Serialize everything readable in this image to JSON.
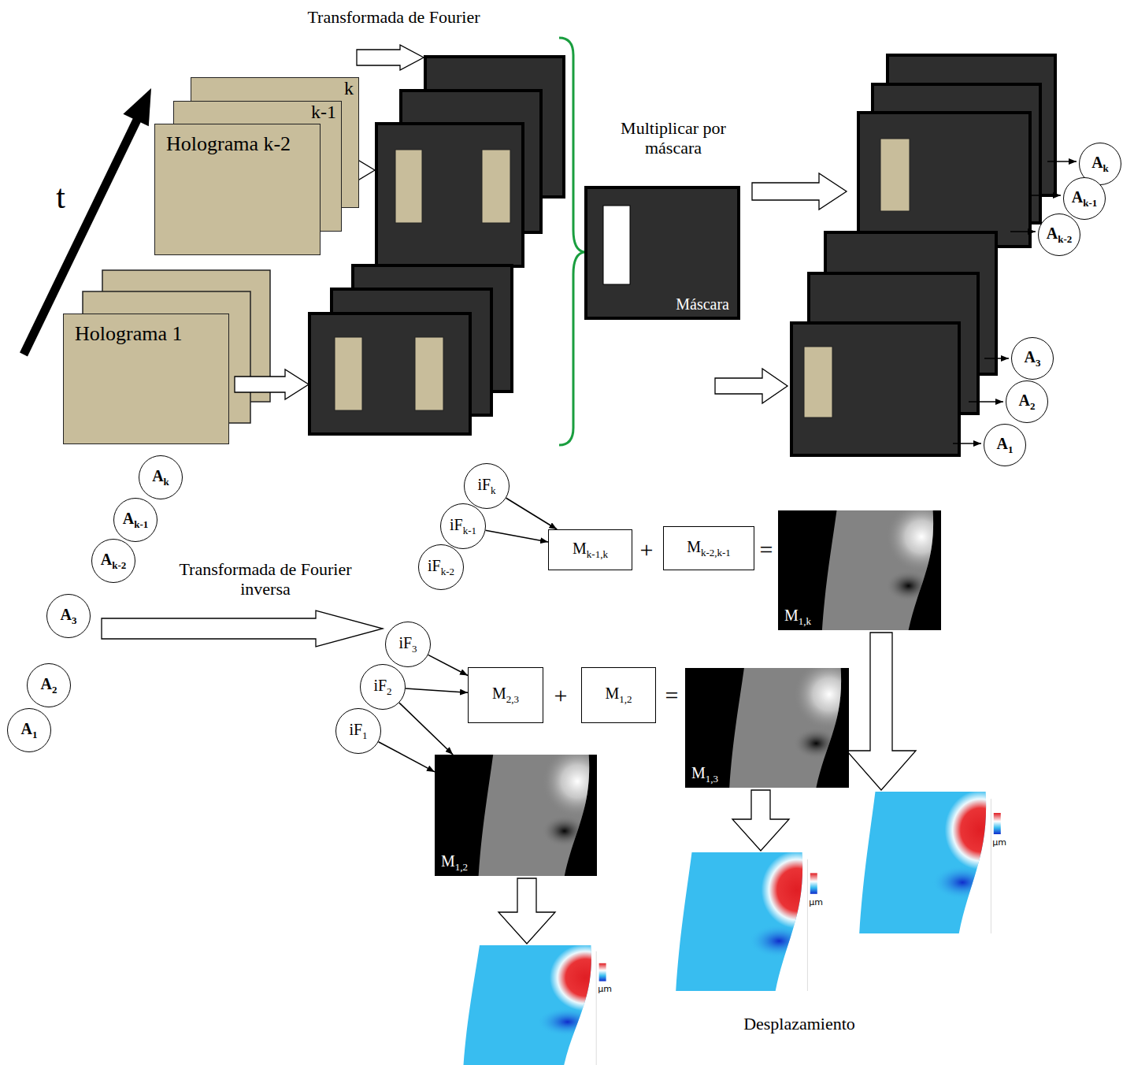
{
  "diagram": {
    "nodes": [
      {
        "text": [
          "k"
        ]
      },
      {
        "text": [
          "k-1"
        ]
      },
      {
        "text": [
          "Holograma k-2"
        ]
      },
      {
        "text": [
          "Máscara"
        ]
      },
      {
        "text": [
          "A",
          "k"
        ]
      },
      {
        "text": [
          "A",
          "k-1"
        ]
      },
      {
        "text": [
          "A",
          "k-2"
        ]
      },
      {
        "text": [
          "Holograma 1"
        ]
      },
      {
        "text": [
          "A",
          "3"
        ]
      },
      {
        "text": [
          "A",
          "2"
        ]
      },
      {
        "text": [
          "A",
          "1"
        ]
      },
      {
        "text": [
          "A",
          "k"
        ]
      },
      {
        "text": [
          "A",
          "k-1"
        ]
      },
      {
        "text": [
          "A",
          "k-2"
        ]
      },
      {
        "text": [
          "iF",
          "k"
        ]
      },
      {
        "text": [
          "iF",
          "k-1"
        ]
      },
      {
        "text": [
          "iF",
          "k-2"
        ]
      },
      {
        "text": [
          "M",
          "k-1,k"
        ]
      },
      {
        "text": [
          "M",
          "k-2,k-1"
        ]
      },
      {
        "text": [
          "M",
          "1,k"
        ]
      },
      {
        "text": [
          "A",
          "3"
        ]
      },
      {
        "text": [
          "A",
          "2"
        ]
      },
      {
        "text": [
          "A",
          "1"
        ]
      },
      {
        "text": [
          "iF",
          "3"
        ]
      },
      {
        "text": [
          "iF",
          "2"
        ]
      },
      {
        "text": [
          "iF",
          "1"
        ]
      },
      {
        "text": [
          "M",
          "2,3"
        ]
      },
      {
        "text": [
          "M",
          "1,2"
        ]
      },
      {
        "text": [
          "M",
          "1,3"
        ]
      },
      {
        "text": [
          "M",
          "1,2"
        ]
      },
      {
        "text": [
          "µm"
        ]
      },
      {
        "text": [
          "µm"
        ]
      },
      {
        "text": [
          "µm"
        ]
      }
    ],
    "edges": [
      {
        "from": 14,
        "to": 17,
        "arrow": "to"
      },
      {
        "from": 15,
        "to": 17,
        "arrow": "to"
      },
      {
        "from": 19,
        "to": 30,
        "arrow": "to"
      },
      {
        "from": 20,
        "to": 23,
        "label": "Transformada de Fourier inversa",
        "arrow": "to"
      },
      {
        "from": 23,
        "to": 26,
        "arrow": "to"
      },
      {
        "from": 24,
        "to": 26,
        "arrow": "to"
      },
      {
        "from": 24,
        "to": 29,
        "arrow": "to"
      },
      {
        "from": 25,
        "to": 29,
        "arrow": "to"
      },
      {
        "from": 28,
        "to": 31,
        "arrow": "to"
      },
      {
        "from": 29,
        "to": 32,
        "arrow": "to"
      }
    ],
    "labels": [
      "Transformada de Fourier",
      "t",
      "Multiplicar por máscara",
      "+",
      "=",
      "+",
      "=",
      "Desplazamiento"
    ]
  }
}
